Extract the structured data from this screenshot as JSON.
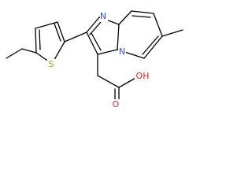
{
  "molecule": {
    "atoms": {
      "N_imine": {
        "symbol": "N",
        "color": "#3050F8"
      },
      "N_bridge": {
        "symbol": "N",
        "color": "#3050F8"
      },
      "S_thiophene": {
        "symbol": "S",
        "color": "#B8A000"
      },
      "O_carbonyl": {
        "symbol": "O",
        "color": "#E02020"
      },
      "OH_acid": {
        "symbol": "OH",
        "color": "#E02020"
      }
    }
  }
}
